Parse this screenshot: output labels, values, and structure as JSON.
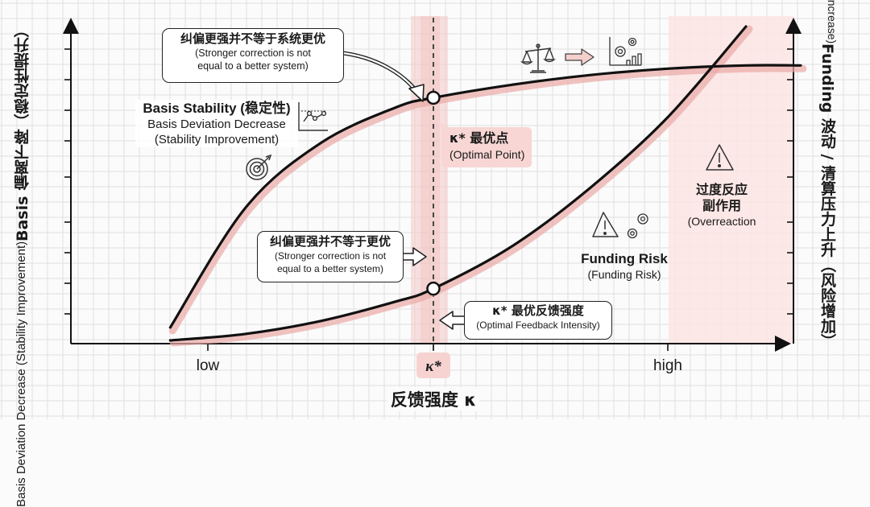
{
  "chart_data": {
    "type": "line",
    "title": "",
    "xlabel": "反馈强度 κ",
    "ylabel_left": {
      "bold": "Basis 偏离下降（稳定性提升）",
      "sub": "Basis Deviation Decrease (Stability Improvement)"
    },
    "ylabel_right": {
      "bold": "Funding 波动 / 清算压力上升（风险增加）",
      "sub": "Funding Risk (Volatility / Liquidation Pressure Increase)"
    },
    "x_ticks": [
      "low",
      "κ*",
      "high"
    ],
    "x_tick_positions": [
      0.2,
      0.5,
      0.8
    ],
    "xlim": [
      0,
      1
    ],
    "ylim": [
      0,
      1
    ],
    "grid": true,
    "series": [
      {
        "name": "Basis Stability (稳定性)",
        "x": [
          0.15,
          0.25,
          0.35,
          0.45,
          0.5,
          0.6,
          0.7,
          0.8,
          0.9,
          0.97
        ],
        "y": [
          0.05,
          0.42,
          0.62,
          0.73,
          0.76,
          0.8,
          0.83,
          0.85,
          0.86,
          0.86
        ]
      },
      {
        "name": "Funding Risk",
        "x": [
          0.15,
          0.25,
          0.35,
          0.45,
          0.5,
          0.6,
          0.7,
          0.8,
          0.9
        ],
        "y": [
          0.01,
          0.03,
          0.07,
          0.13,
          0.17,
          0.3,
          0.48,
          0.7,
          0.98
        ]
      }
    ],
    "optimal_x": 0.5,
    "overreaction_region": [
      0.84,
      1.0
    ],
    "annotations": [
      "纠偏更强并不等于系统更优 (Stronger correction is not equal to a better system)",
      "κ* 最优点 (Optimal Point)",
      "纠偏更强并不等于更优 (Stronger correction is not equal to a better system)",
      "κ* 最优反馈强度 (Optimal Feedback Intensity)",
      "过度反应 副作用 (Overreaction)",
      "Funding Risk (Funding Risk)"
    ]
  },
  "labels": {
    "stability_title": "Basis Stability (稳定性)",
    "stability_sub1": "Basis Deviation Decrease",
    "stability_sub2": "(Stability Improvement)",
    "funding_title": "Funding Risk",
    "funding_sub": "(Funding Risk)",
    "optimal_point_zh": "κ* 最优点",
    "optimal_point_en": "(Optimal Point)",
    "overreaction_zh1": "过度反应",
    "overreaction_zh2": "副作用",
    "overreaction_en": "(Overreaction",
    "callout_top_zh": "纠偏更强并不等于系统更优",
    "callout_top_en1": "(Stronger correction is not",
    "callout_top_en2": "equal to a better system)",
    "callout_mid_zh": "纠偏更强并不等于更优",
    "callout_mid_en1": "(Stronger correction is not",
    "callout_mid_en2": "equal to a better system)",
    "callout_opt_zh": "κ* 最优反馈强度",
    "callout_opt_en": "(Optimal Feedback Intensity)",
    "x_low": "low",
    "x_kstar": "κ*",
    "x_high": "high",
    "xlabel": "反馈强度 κ",
    "yl_bold_en": "Basis",
    "yl_bold_zh": " 偏离下降（稳定性提升）",
    "yl_sub": "Basis Deviation Decrease (Stability Improvement)",
    "yr_bold_en": "Funding",
    "yr_bold_zh": " 波动 / 清算压力上升（风险增加）",
    "yr_sub": "Funding Risk (Volatility / Liquidation Pressure Increase)"
  },
  "colors": {
    "curve": "#111111",
    "highlight": "#e8a7a4",
    "band": "#f6d6d4",
    "region": "#fbe6e4",
    "grid": "#e2dfe0"
  },
  "icons": [
    "target-icon",
    "line-chart-icon",
    "scale-icon",
    "arrow-right-icon",
    "gear-chart-icon",
    "warning-icon",
    "gears-icon"
  ]
}
